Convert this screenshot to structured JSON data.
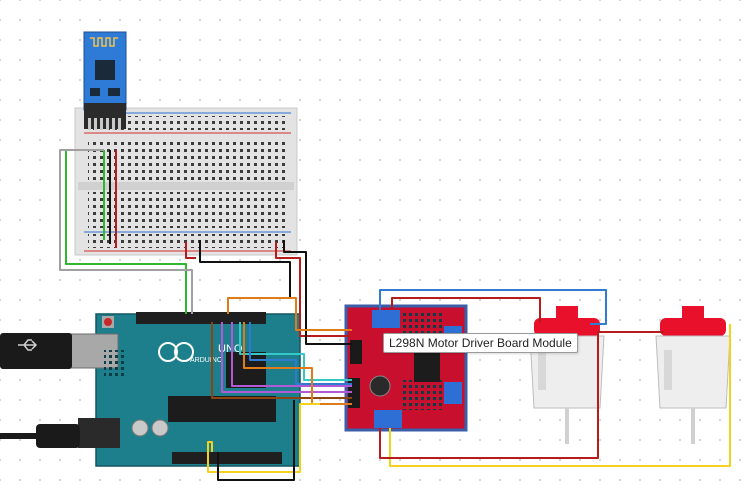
{
  "tooltip": {
    "label": "L298N Motor Driver Board Module"
  },
  "arduino": {
    "board_text": "UNO",
    "logo_text": "ARDUINO"
  },
  "colors": {
    "pcb_teal": "#1e7f8c",
    "l298n_red": "#c8102e",
    "breadboard": "#e6e6e6",
    "bluetooth_pcb": "#2d7bd6",
    "motor_cap": "#e8102a",
    "wire_red": "#b71c1c",
    "wire_black": "#111111",
    "wire_green": "#2db82d",
    "wire_orange": "#e07b1a",
    "wire_blue": "#2e7bd1",
    "wire_yellow": "#f2d21a",
    "wire_purple": "#b25ad6",
    "wire_cyan": "#35c6c6",
    "wire_brown": "#8b4513"
  },
  "components": [
    {
      "name": "bluetooth-module",
      "icon": "bluetooth-module-icon"
    },
    {
      "name": "breadboard",
      "icon": "breadboard-icon"
    },
    {
      "name": "arduino-uno",
      "icon": "arduino-board-icon"
    },
    {
      "name": "l298n-driver",
      "icon": "motor-driver-icon"
    },
    {
      "name": "dc-motor-1",
      "icon": "dc-motor-icon"
    },
    {
      "name": "dc-motor-2",
      "icon": "dc-motor-icon"
    },
    {
      "name": "usb-cable",
      "icon": "usb-plug-icon"
    },
    {
      "name": "dc-jack-cable",
      "icon": "power-plug-icon"
    }
  ]
}
